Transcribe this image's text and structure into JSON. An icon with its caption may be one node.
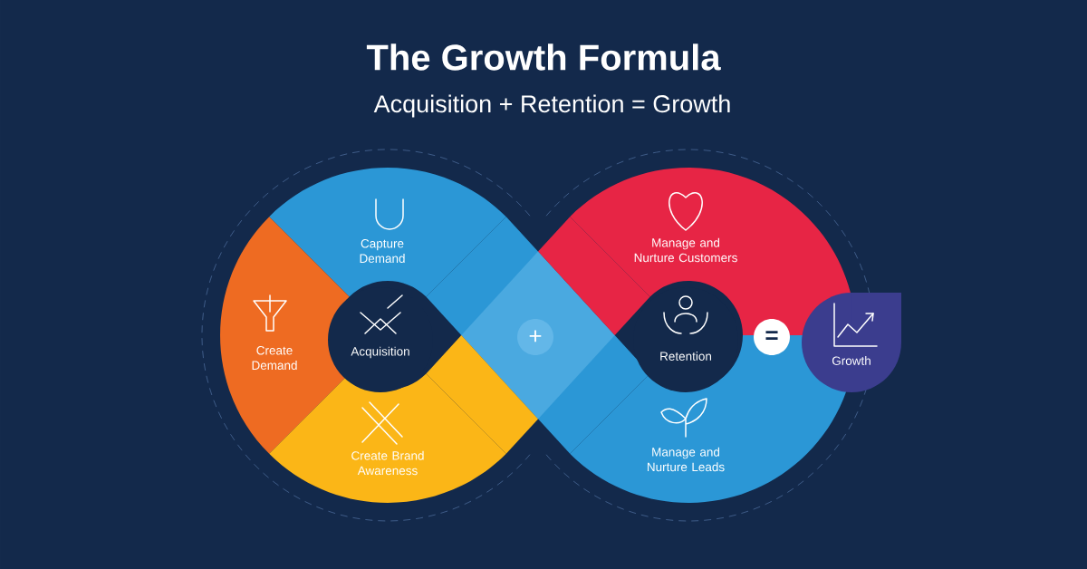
{
  "diagram": {
    "title": "The Growth Formula",
    "nodes": [
      {
        "text": [
          "Capture Demand"
        ]
      },
      {
        "text": [
          "Create Demand"
        ]
      },
      {
        "text": [
          "Acquisition"
        ]
      },
      {
        "text": [
          "Create Brand Awareness"
        ]
      },
      {
        "text": [
          "+"
        ]
      },
      {
        "text": [
          "Manage and Nurture Customers"
        ]
      },
      {
        "text": [
          "Retention"
        ]
      },
      {
        "text": [
          "Manage and Nurture Leads"
        ]
      },
      {
        "text": [
          "="
        ]
      },
      {
        "text": [
          "Growth"
        ]
      }
    ],
    "labels": [
      "Acquisition + Retention = Growth"
    ]
  }
}
